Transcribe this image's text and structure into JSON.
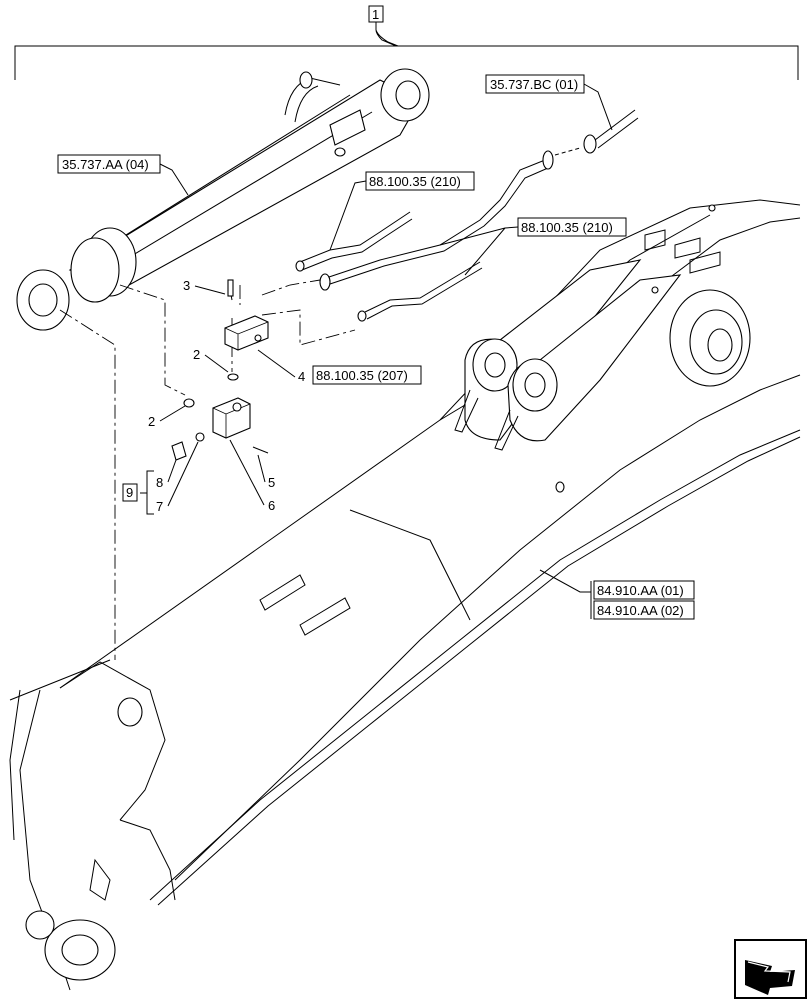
{
  "assembly_ref": "1",
  "refs": {
    "cylinder": "35.737.AA (04)",
    "hose_top": "35.737.BC (01)",
    "pipe_a": "88.100.35 (210)",
    "pipe_b": "88.100.35 (210)",
    "valve_block": "88.100.35 (207)",
    "boom_a": "84.910.AA (01)",
    "boom_b": "84.910.AA (02)"
  },
  "callouts": {
    "c2a": "2",
    "c2b": "2",
    "c3": "3",
    "c4": "4",
    "c5": "5",
    "c6": "6",
    "c7": "7",
    "c8": "8",
    "c9": "9"
  },
  "icons": {
    "nav": "arrow-next-icon"
  }
}
